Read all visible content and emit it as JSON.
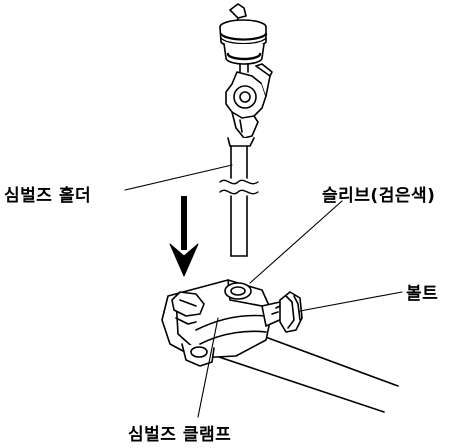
{
  "labels": {
    "cymbal_holder": "심벌즈 홀더",
    "sleeve_black": "슬리브(검은색)",
    "bolt": "볼트",
    "cymbal_clamp": "심벌즈 클램프"
  },
  "colors": {
    "ink": "#000000",
    "paper": "#ffffff"
  }
}
